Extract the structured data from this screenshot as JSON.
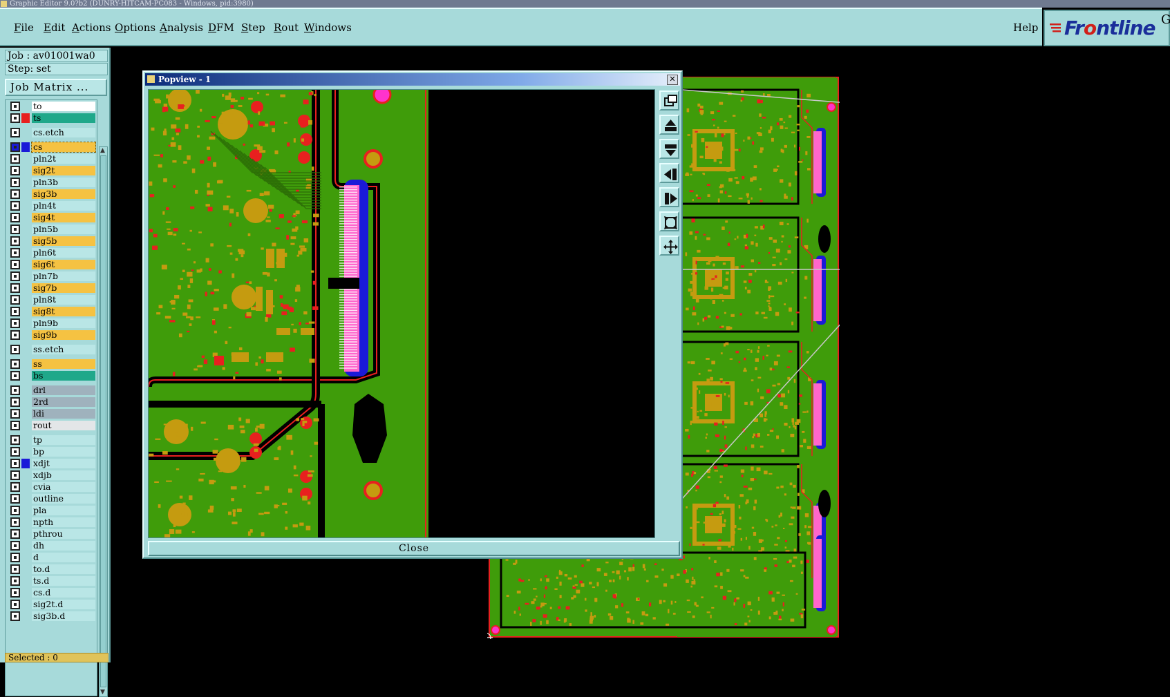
{
  "window": {
    "title": "Graphic Editor 9.0?b2 (DUNRY-HITCAM-PC083 - Windows, pid:3980)"
  },
  "menu": [
    {
      "label": "File",
      "accel": "F"
    },
    {
      "label": "Edit",
      "accel": "E"
    },
    {
      "label": "Actions",
      "accel": "A"
    },
    {
      "label": "Options",
      "accel": "O"
    },
    {
      "label": "Analysis",
      "accel": "A"
    },
    {
      "label": "DFM",
      "accel": "D"
    },
    {
      "label": "Step",
      "accel": "S"
    },
    {
      "label": "Rout",
      "accel": "R"
    },
    {
      "label": "Windows",
      "accel": "W"
    }
  ],
  "help_label": "Help",
  "logo": {
    "text_a": "Fr",
    "text_o": "o",
    "text_b": "ntline",
    "suffix": "G"
  },
  "job": {
    "label": "Job : av01001wa0",
    "step": "Step: set"
  },
  "job_matrix_label": "Job Matrix ...",
  "layers": [
    {
      "name": "to",
      "color": "#ffffff",
      "marker": null,
      "group_start": true
    },
    {
      "name": "ts",
      "color": "#1fa88a",
      "marker": "#e8201f"
    },
    {
      "name": "cs.etch",
      "color": "#b9e6e6",
      "marker": null,
      "group_start": true
    },
    {
      "name": "cs",
      "color": "#f5c242",
      "marker": "#1a1ad8",
      "work": true,
      "group_start": true
    },
    {
      "name": "pln2t",
      "color": "#b9e6e6",
      "marker": null
    },
    {
      "name": "sig2t",
      "color": "#f5c242",
      "marker": null
    },
    {
      "name": "pln3b",
      "color": "#b9e6e6",
      "marker": null
    },
    {
      "name": "sig3b",
      "color": "#f5c242",
      "marker": null
    },
    {
      "name": "pln4t",
      "color": "#b9e6e6",
      "marker": null
    },
    {
      "name": "sig4t",
      "color": "#f5c242",
      "marker": null
    },
    {
      "name": "pln5b",
      "color": "#b9e6e6",
      "marker": null
    },
    {
      "name": "sig5b",
      "color": "#f5c242",
      "marker": null
    },
    {
      "name": "pln6t",
      "color": "#b9e6e6",
      "marker": null
    },
    {
      "name": "sig6t",
      "color": "#f5c242",
      "marker": null
    },
    {
      "name": "pln7b",
      "color": "#b9e6e6",
      "marker": null
    },
    {
      "name": "sig7b",
      "color": "#f5c242",
      "marker": null
    },
    {
      "name": "pln8t",
      "color": "#b9e6e6",
      "marker": null
    },
    {
      "name": "sig8t",
      "color": "#f5c242",
      "marker": null
    },
    {
      "name": "pln9b",
      "color": "#b9e6e6",
      "marker": null
    },
    {
      "name": "sig9b",
      "color": "#f5c242",
      "marker": null
    },
    {
      "name": "ss.etch",
      "color": "#b9e6e6",
      "marker": null,
      "group_start": true
    },
    {
      "name": "ss",
      "color": "#f5c242",
      "marker": null,
      "group_start": true
    },
    {
      "name": "bs",
      "color": "#1fa88a",
      "marker": null
    },
    {
      "name": "drl",
      "color": "#9fb2bd",
      "marker": null,
      "group_start": true
    },
    {
      "name": "2rd",
      "color": "#9fb2bd",
      "marker": null
    },
    {
      "name": "ldi",
      "color": "#9fb2bd",
      "marker": null
    },
    {
      "name": "rout",
      "color": "#e3e6e8",
      "marker": null
    },
    {
      "name": "tp",
      "color": "#b9e6e6",
      "marker": null,
      "group_start": true
    },
    {
      "name": "bp",
      "color": "#b9e6e6",
      "marker": null
    },
    {
      "name": "xdjt",
      "color": "#b9e6e6",
      "marker": "#1a1ad8"
    },
    {
      "name": "xdjb",
      "color": "#b9e6e6",
      "marker": null
    },
    {
      "name": "cvia",
      "color": "#b9e6e6",
      "marker": null
    },
    {
      "name": "outline",
      "color": "#b9e6e6",
      "marker": null
    },
    {
      "name": "pla",
      "color": "#b9e6e6",
      "marker": null
    },
    {
      "name": "npth",
      "color": "#b9e6e6",
      "marker": null
    },
    {
      "name": "pthrou",
      "color": "#b9e6e6",
      "marker": null
    },
    {
      "name": "dh",
      "color": "#b9e6e6",
      "marker": null
    },
    {
      "name": "d",
      "color": "#b9e6e6",
      "marker": null
    },
    {
      "name": "to.d",
      "color": "#b9e6e6",
      "marker": null
    },
    {
      "name": "ts.d",
      "color": "#b9e6e6",
      "marker": null
    },
    {
      "name": "cs.d",
      "color": "#b9e6e6",
      "marker": null
    },
    {
      "name": "sig2t.d",
      "color": "#b9e6e6",
      "marker": null
    },
    {
      "name": "sig3b.d",
      "color": "#b9e6e6",
      "marker": null
    }
  ],
  "selected_label": "Selected : 0",
  "popview": {
    "title": "Popview - 1",
    "close_label": "Close",
    "toolbar": [
      {
        "icon": "restore-window-icon"
      },
      {
        "icon": "pan-up-icon"
      },
      {
        "icon": "pan-down-icon"
      },
      {
        "icon": "pan-left-icon"
      },
      {
        "icon": "pan-right-icon"
      },
      {
        "icon": "zoom-fit-icon"
      },
      {
        "icon": "move-icon"
      }
    ]
  },
  "colors": {
    "panel": "#a7dada",
    "board_green": "#3f9c0a",
    "copper_gold": "#c59b10",
    "pad_red": "#e8201f",
    "connector_blue": "#1a1ad8",
    "connector_pink": "#ff66cc"
  }
}
